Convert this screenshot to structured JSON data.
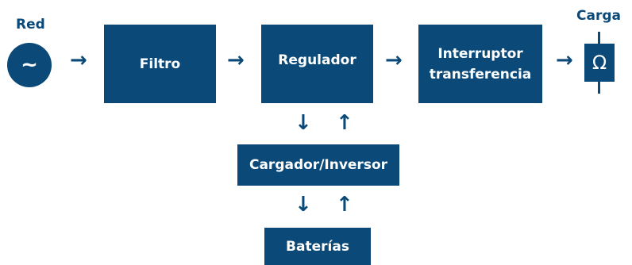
{
  "source": {
    "label": "Red",
    "symbol": "~"
  },
  "blocks": {
    "filtro": "Filtro",
    "regulador": "Regulador",
    "interruptor_line1": "Interruptor",
    "interruptor_line2": "transferencia",
    "cargador": "Cargador/Inversor",
    "baterias": "Baterías"
  },
  "load": {
    "label": "Carga",
    "symbol": "Ω"
  },
  "arrows": {
    "right": "→",
    "down": "↓",
    "up": "↑"
  },
  "colors": {
    "primary": "#0b4a78",
    "text_on_primary": "#ffffff"
  }
}
